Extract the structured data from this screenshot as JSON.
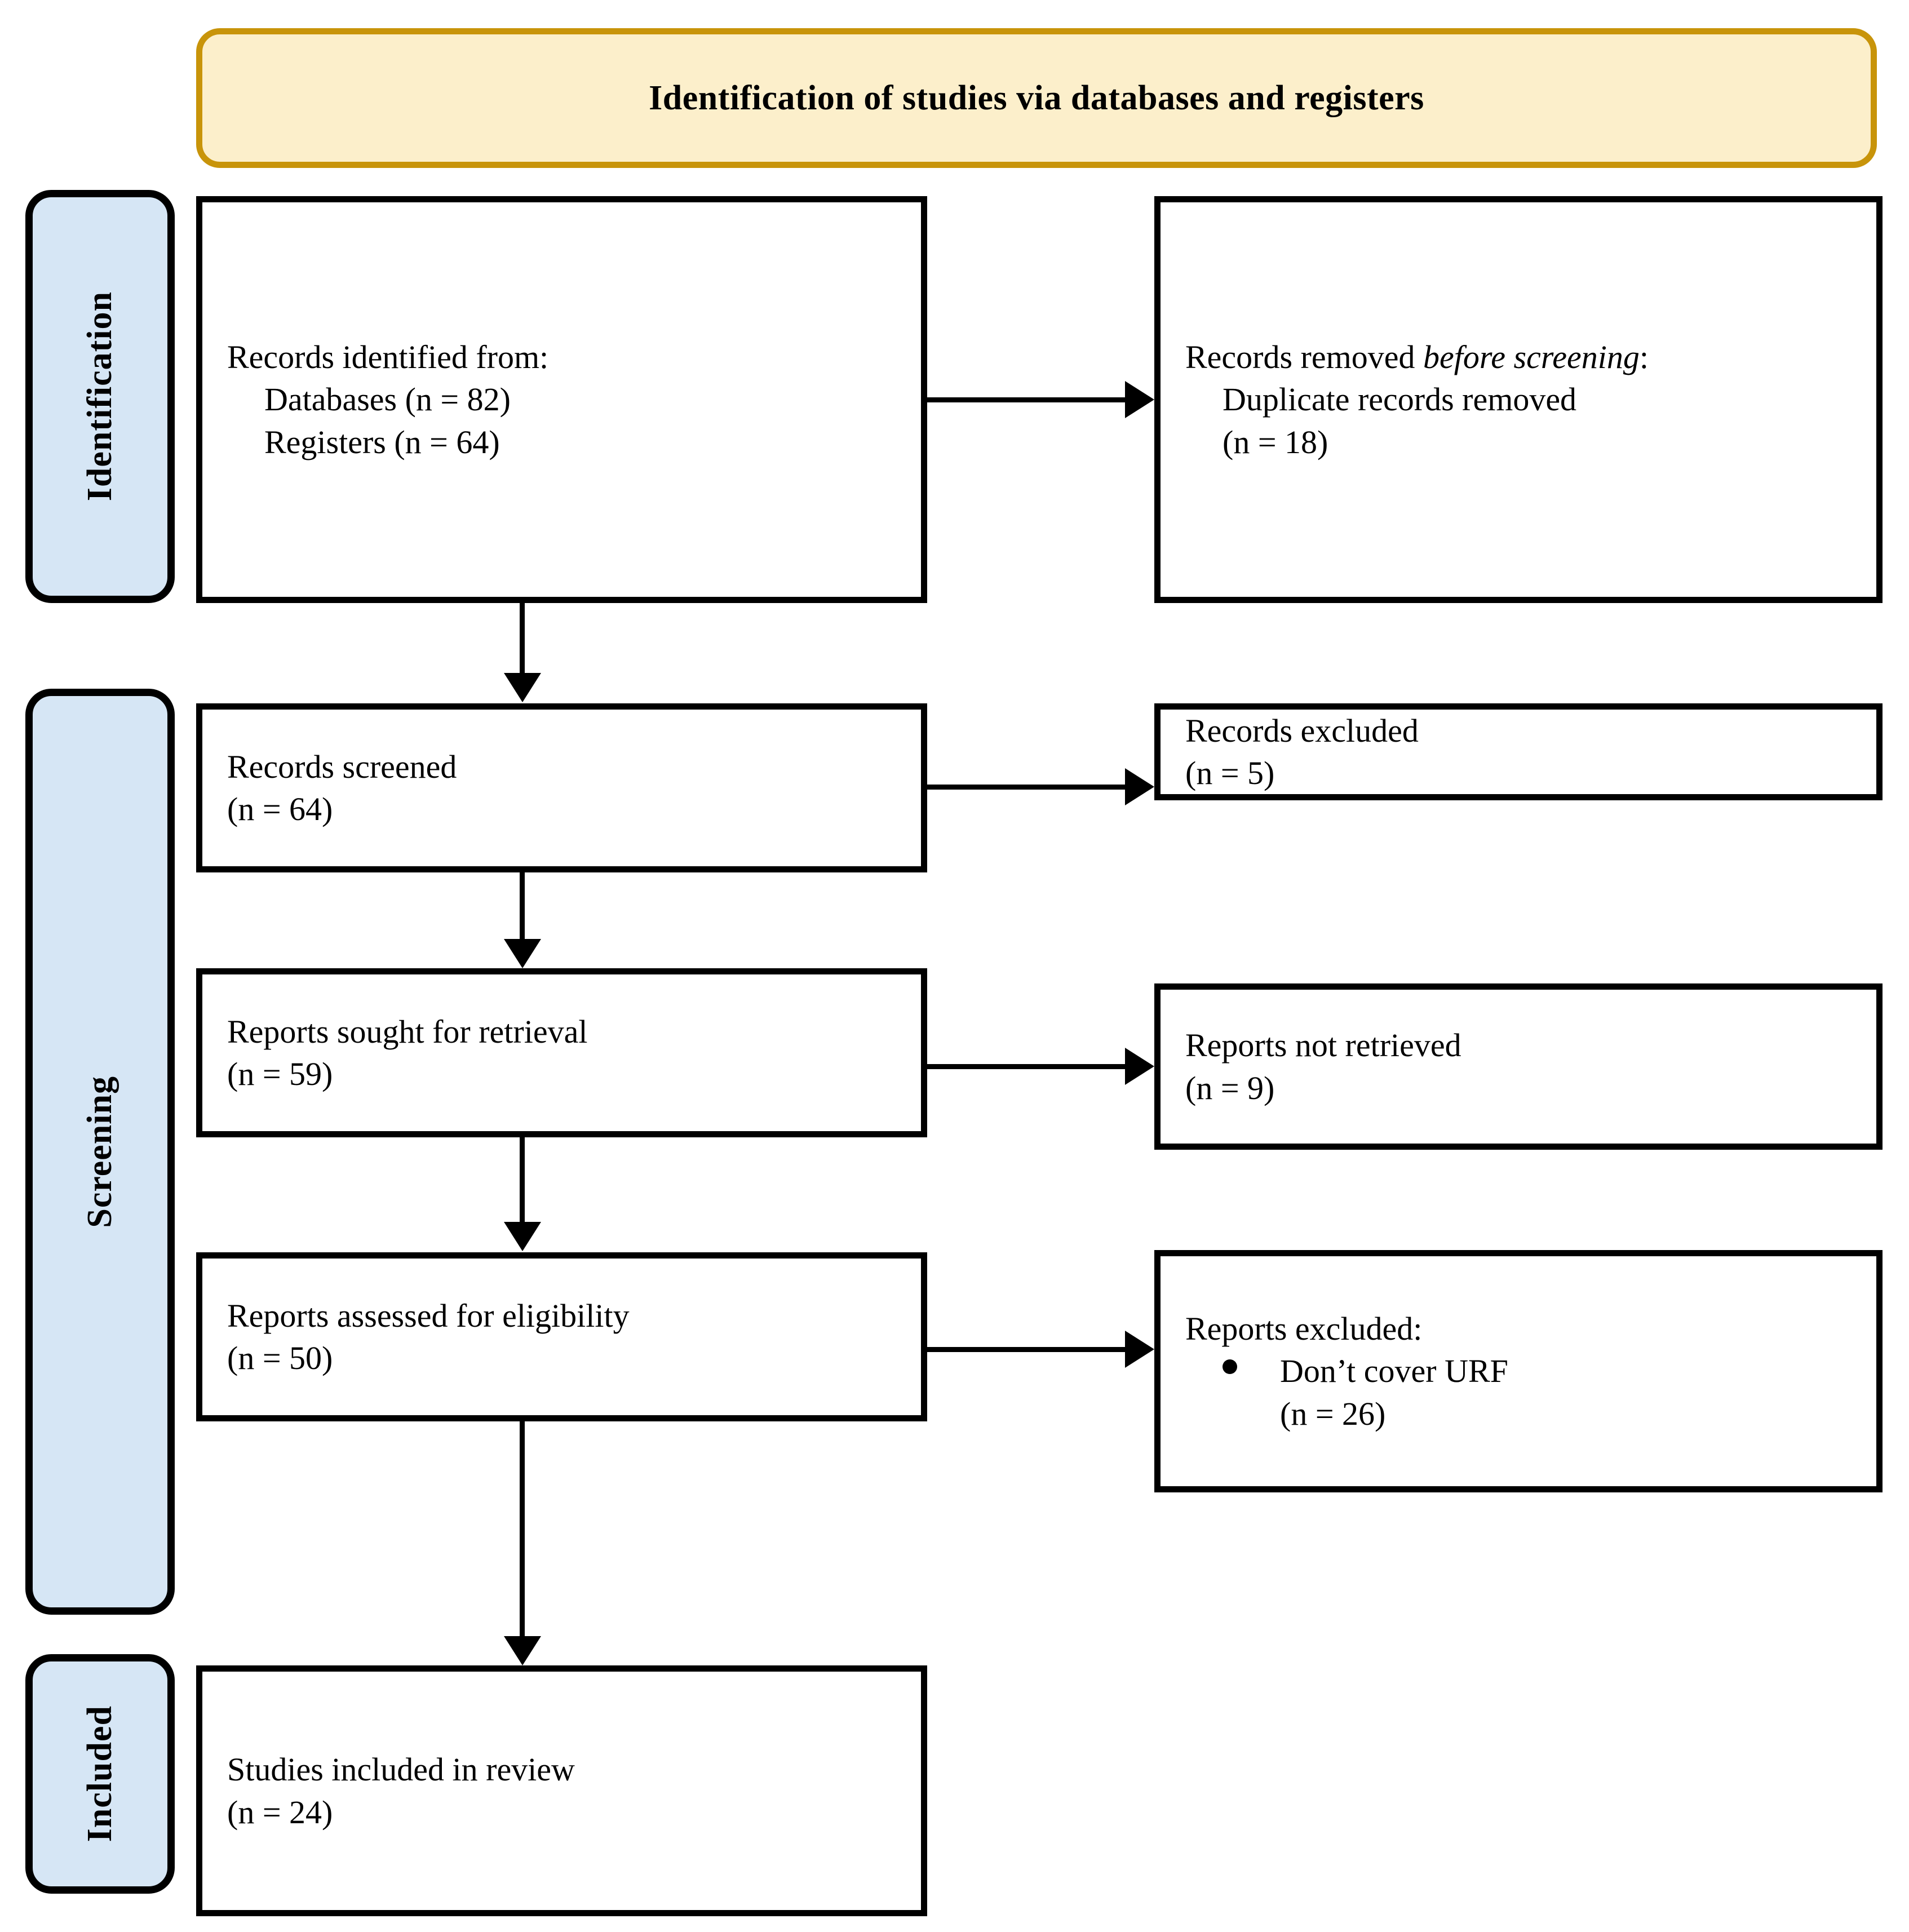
{
  "diagram": {
    "type": "PRISMA flow diagram",
    "banner": {
      "title": "Identification of studies via databases and registers",
      "fill_color": "#FCEFCB",
      "border_color": "#C8940A"
    },
    "stage_fill_color": "#D6E6F5",
    "stages": [
      {
        "id": "identification",
        "label": "Identification"
      },
      {
        "id": "screening",
        "label": "Screening"
      },
      {
        "id": "included",
        "label": "Included"
      }
    ],
    "boxes": {
      "identified": {
        "line1": "Records identified from:",
        "line2": "Databases (n = 82)",
        "line3": "Registers (n = 64)",
        "databases_n": 82,
        "registers_n": 64
      },
      "removed": {
        "line1_pre": "Records removed ",
        "line1_em": "before screening",
        "line1_post": ":",
        "line2": "Duplicate records removed",
        "line3": "(n = 18)",
        "n": 18
      },
      "screened": {
        "line1": "Records screened",
        "line2": "(n = 64)",
        "n": 64
      },
      "records_excluded": {
        "line1": "Records excluded",
        "line2": "(n = 5)",
        "n": 5
      },
      "sought": {
        "line1": "Reports sought for retrieval",
        "line2": "(n = 59)",
        "n": 59
      },
      "not_retrieved": {
        "line1": "Reports not retrieved",
        "line2": "(n = 9)",
        "n": 9
      },
      "assessed": {
        "line1": "Reports assessed for eligibility",
        "line2": "(n = 50)",
        "n": 50
      },
      "reports_excluded": {
        "line1": "Reports excluded:",
        "bullet1": "Don’t cover URF",
        "bullet1_n": "(n = 26)",
        "n": 26
      },
      "included": {
        "line1": "Studies included in review",
        "line2": "(n = 24)",
        "n": 24
      }
    }
  }
}
